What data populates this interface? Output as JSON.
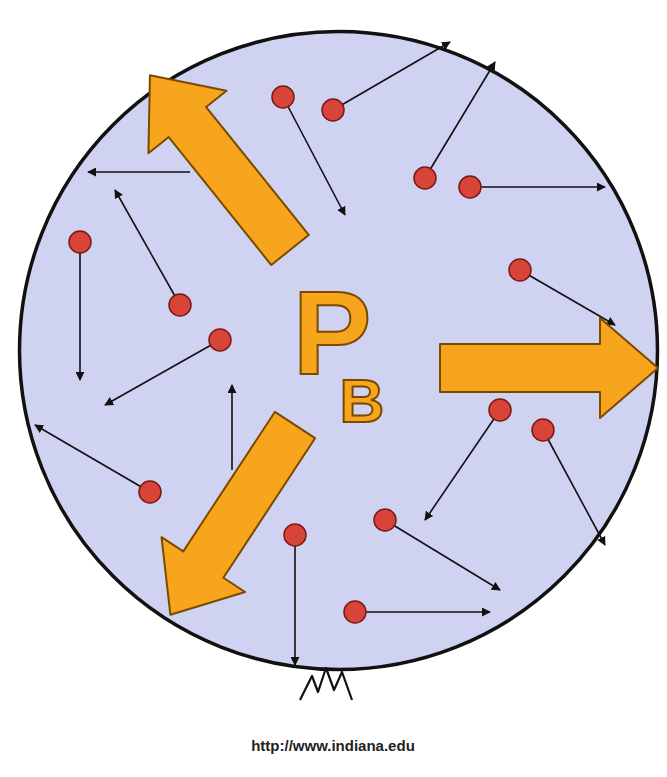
{
  "diagram": {
    "nodes": [
      {
        "text": [
          "P",
          "B"
        ]
      }
    ],
    "labels": [
      "http://www.indiana.edu"
    ]
  }
}
